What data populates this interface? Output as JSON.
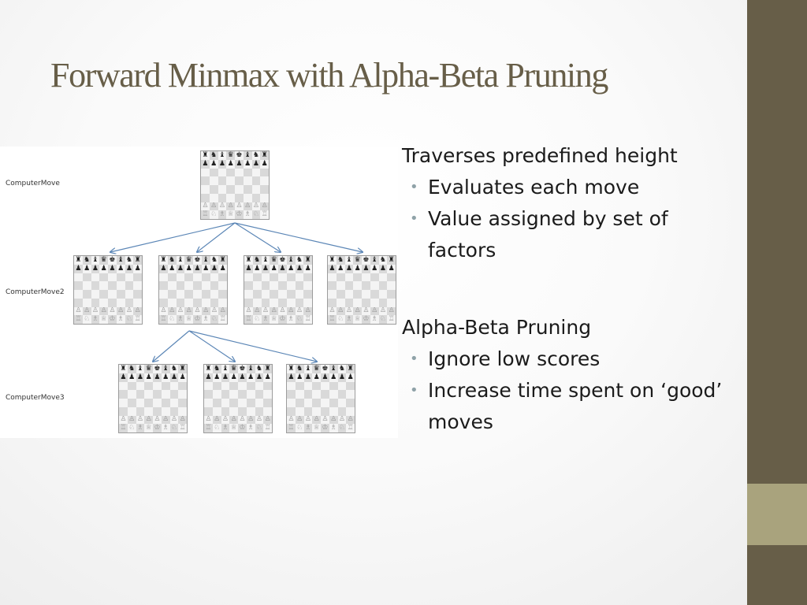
{
  "title": "Forward Minmax with Alpha-Beta Pruning",
  "colors": {
    "title": "#675e48",
    "side_bar": "#675e48",
    "side_accent": "#a9a37d",
    "arrow": "#5b86b6",
    "bullet": "#8fa2a8"
  },
  "diagram": {
    "levels": [
      {
        "label": "ComputerMove"
      },
      {
        "label": "ComputerMove2"
      },
      {
        "label": "ComputerMove3"
      }
    ]
  },
  "bullets": [
    {
      "heading": "Traverses predefined height",
      "items": [
        "Evaluates each move",
        "Value assigned by set of factors"
      ]
    },
    {
      "heading": "Alpha-Beta Pruning",
      "items": [
        "Ignore low scores",
        "Increase time spent on ‘good’ moves"
      ]
    }
  ]
}
